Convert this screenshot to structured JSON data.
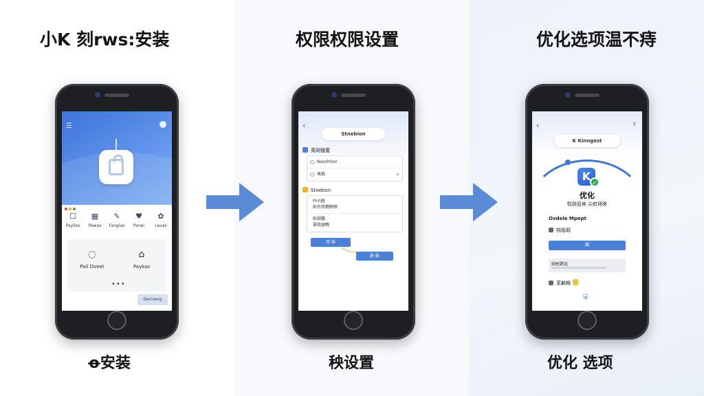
{
  "steps": [
    {
      "heading": "小K 刻rws:安装",
      "caption": "ꝋ安装"
    },
    {
      "heading": "权限权限设置",
      "caption": "秧设置"
    },
    {
      "heading": "优化选项温不痔",
      "caption": "优化 选项"
    }
  ],
  "phone1": {
    "tabs": [
      {
        "icon": "☐",
        "label": "Paylies"
      },
      {
        "icon": "▦",
        "label": "Pawas"
      },
      {
        "icon": "✎",
        "label": "Fangias"
      },
      {
        "icon": "♥",
        "label": "Parwi"
      },
      {
        "icon": "✿",
        "label": "Lavas"
      }
    ],
    "cards": [
      {
        "icon": "◌",
        "label": "Pail Dveet"
      },
      {
        "icon": "⌂",
        "label": "Paykas"
      }
    ],
    "more": "•••",
    "bottom_button": "Dernweg"
  },
  "phone2": {
    "pill": "Stnebion",
    "section1_title": "英网搜置",
    "section1_rows": [
      "Nesshtion",
      "埃痴"
    ],
    "section2_title": "Stnebon",
    "section2_items": [
      [
        "Pirri园",
        "卧拎侪鹦眵眵"
      ],
      [
        "卧辞鹏",
        "翠咙谢晩"
      ]
    ],
    "button1": "耳 胁",
    "button2": "胁 胁"
  },
  "phone3": {
    "pill": "K Kinngest",
    "logo_letter": "K",
    "title": "优化",
    "subtitle": "駁跳佰痪 尖航痔眵",
    "label": "Ovdele Mpept",
    "row1": "钝临瑕",
    "button": "跳",
    "grey_text": "碗枪鹦诋",
    "row2": "芜鹣橼"
  },
  "colors": {
    "accent": "#4b7fd8",
    "arrow": "#5b8ad6",
    "phone_body": "#1d1f22"
  }
}
